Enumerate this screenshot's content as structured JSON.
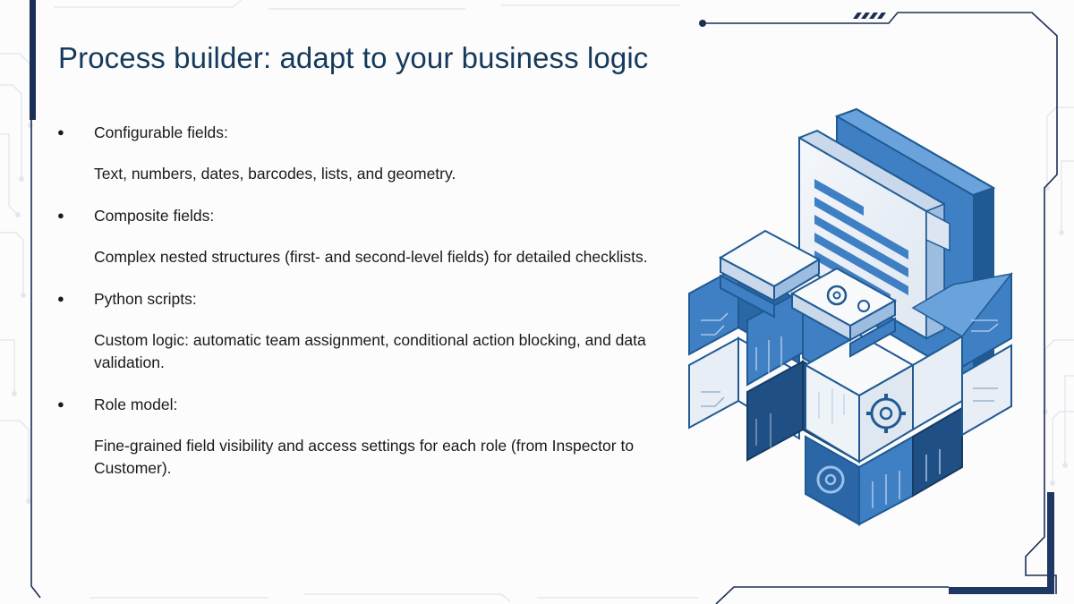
{
  "slide": {
    "title": "Process builder: adapt to your business logic",
    "bullets": [
      {
        "heading": "Configurable fields:",
        "description": "Text, numbers, dates, barcodes, lists, and geometry."
      },
      {
        "heading": "Composite fields:",
        "description": "Complex nested structures (first- and second-level fields) for detailed checklists."
      },
      {
        "heading": "Python scripts:",
        "description": "Custom logic: automatic team assignment, conditional action blocking, and data validation."
      },
      {
        "heading": "Role model:",
        "description": "Fine-grained field visibility and access settings for each role (from Inspector to Customer)."
      }
    ],
    "bullet_glyph": "●"
  },
  "illustration": {
    "icon": "modular-cube-document-gear-icon",
    "palette": {
      "dark_blue": "#1f5a93",
      "mid_blue": "#3f7fc4",
      "light_blue": "#6aa2dc",
      "pale": "#e8eef5",
      "white": "#f7f9fb"
    }
  },
  "theme": {
    "title_color": "#163a5c",
    "frame_color": "#1b2f55",
    "circuit_color": "#dfe5ec"
  }
}
